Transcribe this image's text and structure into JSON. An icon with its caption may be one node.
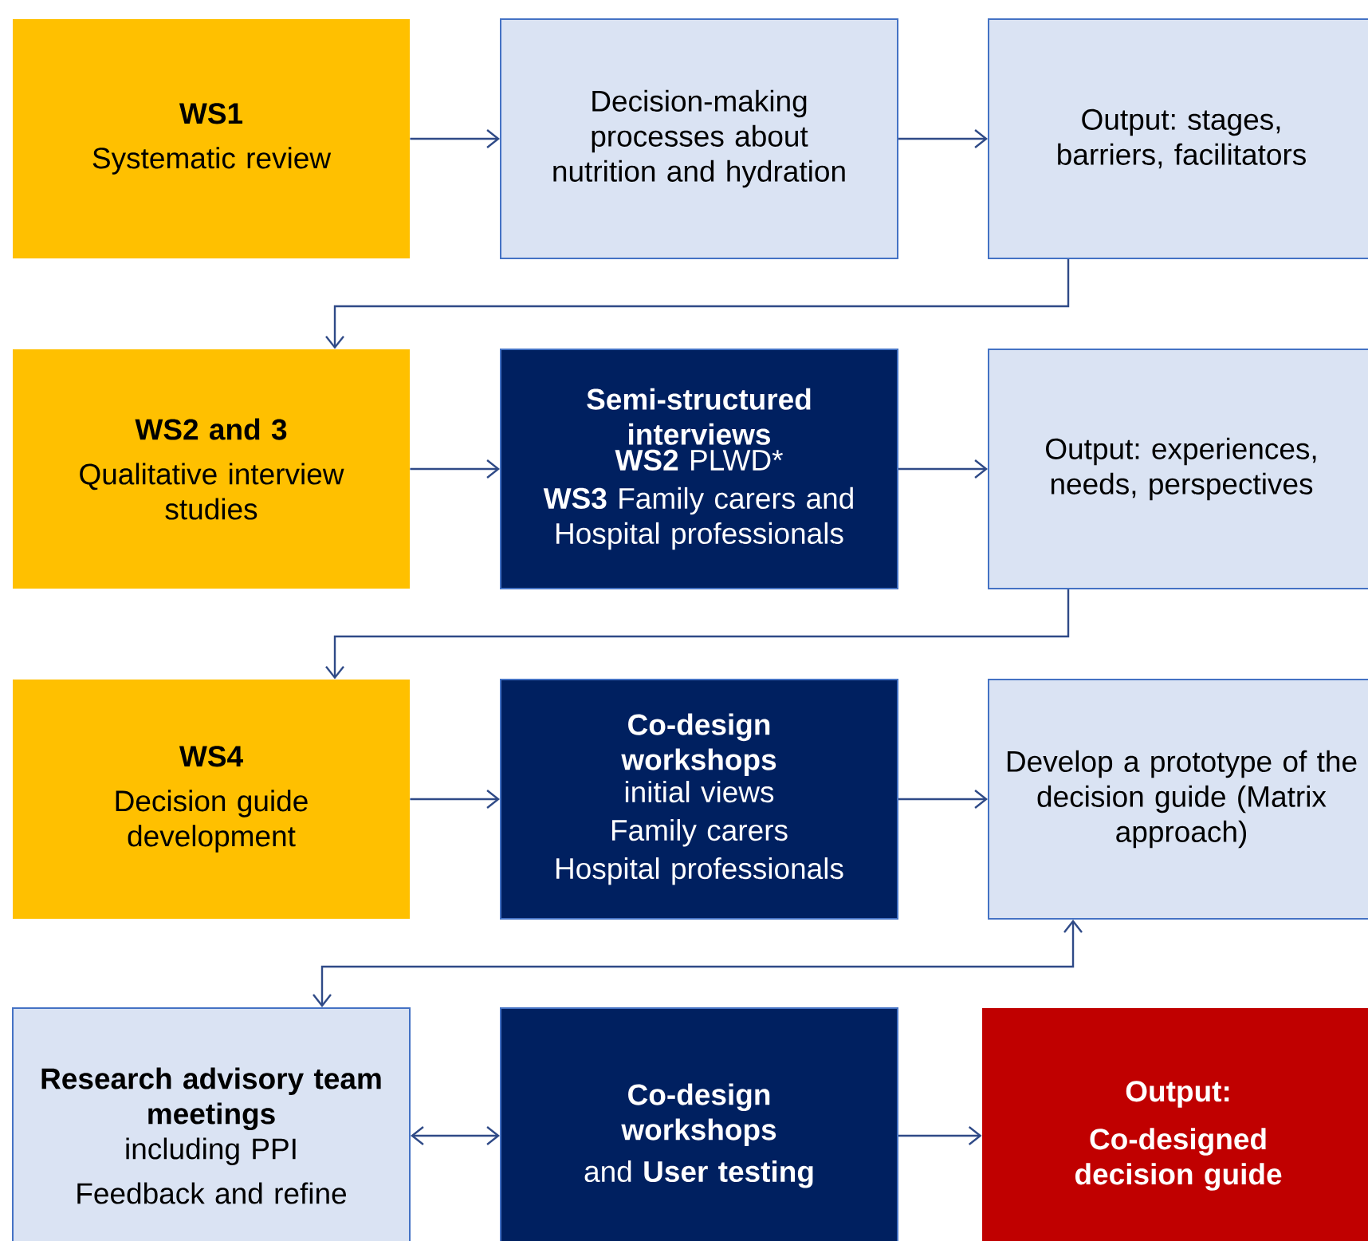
{
  "diagram": {
    "nodes": [
      {
        "text": [
          "WS1",
          "Systematic review"
        ]
      },
      {
        "text": [
          "Decision-making processes about nutrition and hydration"
        ]
      },
      {
        "text": [
          "Output: stages, barriers, facilitators"
        ]
      },
      {
        "text": [
          "WS2 and 3",
          "Qualitative interview studies"
        ]
      },
      {
        "text": [
          "Semi-structured interviews",
          "**WS2** PLWD*",
          "**WS3** Family carers and Hospital professionals"
        ]
      },
      {
        "text": [
          "Output: experiences, needs, perspectives"
        ]
      },
      {
        "text": [
          "WS4",
          "Decision guide development"
        ]
      },
      {
        "text": [
          "Co-design workshops",
          "initial views",
          "Family carers",
          "Hospital professionals"
        ]
      },
      {
        "text": [
          "Develop a prototype of the decision guide (Matrix approach)"
        ]
      },
      {
        "text": [
          "Research advisory team meetings",
          "including PPI",
          "Feedback and refine"
        ]
      },
      {
        "text": [
          "Co-design workshops",
          "and **User testing**"
        ]
      },
      {
        "text": [
          "Output:",
          "Co-designed decision guide"
        ]
      }
    ],
    "edges": [
      {
        "from": 0,
        "to": 1,
        "arrow": "to"
      },
      {
        "from": 1,
        "to": 2,
        "arrow": "to"
      },
      {
        "from": 2,
        "to": 3,
        "arrow": "to"
      },
      {
        "from": 3,
        "to": 4,
        "arrow": "to"
      },
      {
        "from": 4,
        "to": 5,
        "arrow": "to"
      },
      {
        "from": 5,
        "to": 6,
        "arrow": "to"
      },
      {
        "from": 6,
        "to": 7,
        "arrow": "to"
      },
      {
        "from": 7,
        "to": 8,
        "arrow": "to"
      },
      {
        "from": 8,
        "to": 9,
        "arrow": "both"
      },
      {
        "from": 9,
        "to": 10,
        "arrow": "both"
      },
      {
        "from": 10,
        "to": 11,
        "arrow": "to"
      }
    ]
  }
}
